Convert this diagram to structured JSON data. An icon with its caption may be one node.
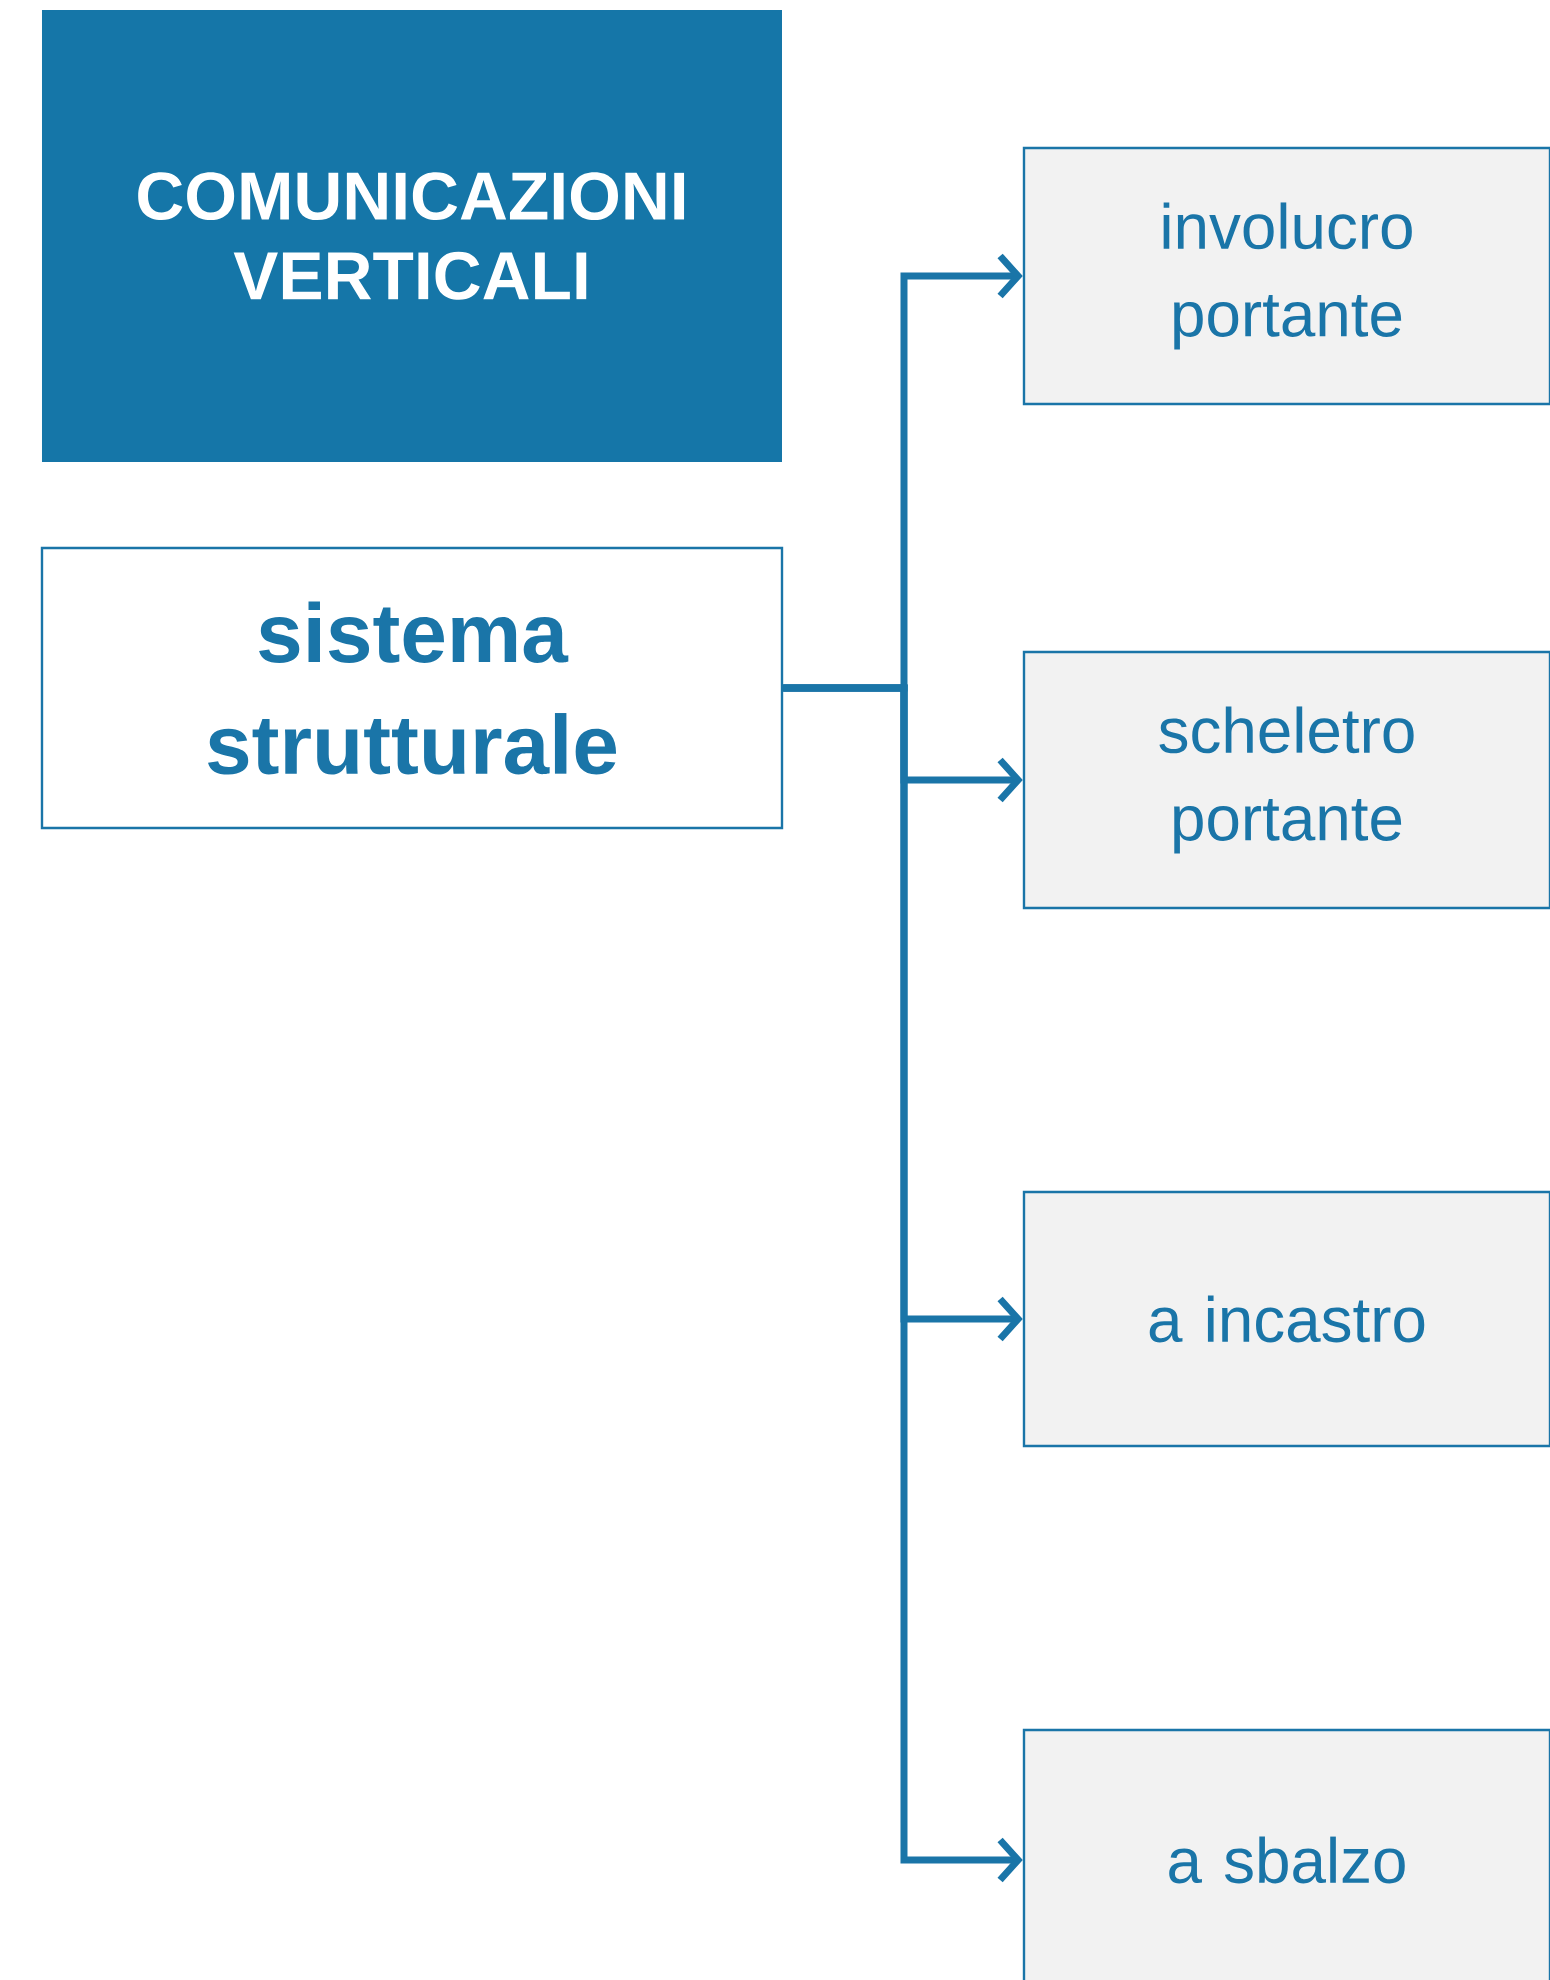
{
  "diagram": {
    "nodes": [
      {
        "text": [
          "COMUNICAZIONI VERTICALI"
        ]
      },
      {
        "text": [
          "sistema strutturale"
        ]
      },
      {
        "text": [
          "involucro portante"
        ]
      },
      {
        "text": [
          "scheletro portante"
        ]
      },
      {
        "text": [
          "a incastro"
        ]
      },
      {
        "text": [
          "a sbalzo"
        ]
      }
    ],
    "edges": [
      {
        "from": 1,
        "to": 2,
        "arrow": "to"
      },
      {
        "from": 1,
        "to": 3,
        "arrow": "to"
      },
      {
        "from": 1,
        "to": 4,
        "arrow": "to"
      },
      {
        "from": 1,
        "to": 5,
        "arrow": "to"
      }
    ]
  }
}
